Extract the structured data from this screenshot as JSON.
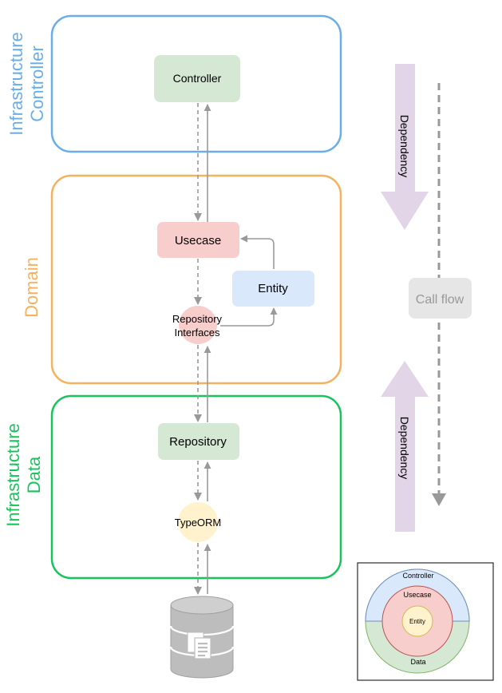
{
  "layers": {
    "controller": {
      "line1": "Infrastructure",
      "line2": "Controller",
      "color": "#6aaee9"
    },
    "domain": {
      "label": "Domain",
      "color": "#f6b15e"
    },
    "data": {
      "line1": "Infrastructure",
      "line2": "Data",
      "color": "#19c35c"
    }
  },
  "nodes": {
    "controller": "Controller",
    "usecase": "Usecase",
    "entity": "Entity",
    "repository_interfaces_line1": "Repository",
    "repository_interfaces_line2": "Interfaces",
    "repository": "Repository",
    "typeorm": "TypeORM"
  },
  "legend": {
    "dependency_top": "Dependency",
    "dependency_bottom": "Dependency",
    "call_flow": "Call flow"
  },
  "onion": {
    "controller": "Controller",
    "usecase": "Usecase",
    "entity": "Entity",
    "data": "Data"
  },
  "colors": {
    "controller_fill": "#d5e8d4",
    "usecase_fill": "#f8cecc",
    "entity_fill": "#dae8fc",
    "repo_if_fill": "#f8cecc",
    "repository_fill": "#d5e8d4",
    "typeorm_fill": "#fff2cc",
    "dependency_arrow": "#e1d5e7",
    "call_flow_fill": "#e6e6e6",
    "arrow": "#999999"
  },
  "icons": {
    "database": "database-icon",
    "document": "document-icon"
  }
}
